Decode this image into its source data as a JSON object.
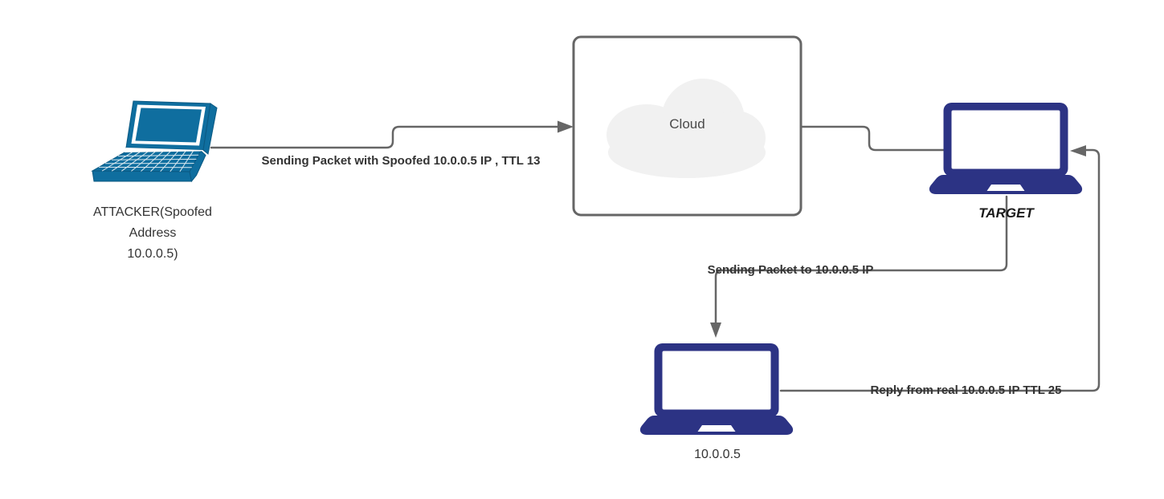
{
  "diagram": {
    "nodes": {
      "attacker": {
        "label": "ATTACKER(Spoofed\nAddress\n10.0.0.5)"
      },
      "cloud": {
        "label": "Cloud"
      },
      "target": {
        "label": "TARGET"
      },
      "real_host": {
        "label": "10.0.0.5"
      }
    },
    "edges": {
      "attacker_to_cloud": {
        "label": "Sending Packet with Spoofed 10.0.0.5 IP , TTL 13"
      },
      "target_to_real": {
        "label": "Sending Packet to 10.0.0.5 IP"
      },
      "real_to_target": {
        "label": "Reply from real 10.0.0.5 IP TTL 25"
      }
    },
    "colors": {
      "laptop_teal": "#0f6e9f",
      "laptop_teal_dark": "#0b5982",
      "laptop_navy": "#2c3384",
      "line": "#666666",
      "cloud_fill": "#f1f1f1",
      "cloud_box_fill": "#ffffff"
    }
  }
}
